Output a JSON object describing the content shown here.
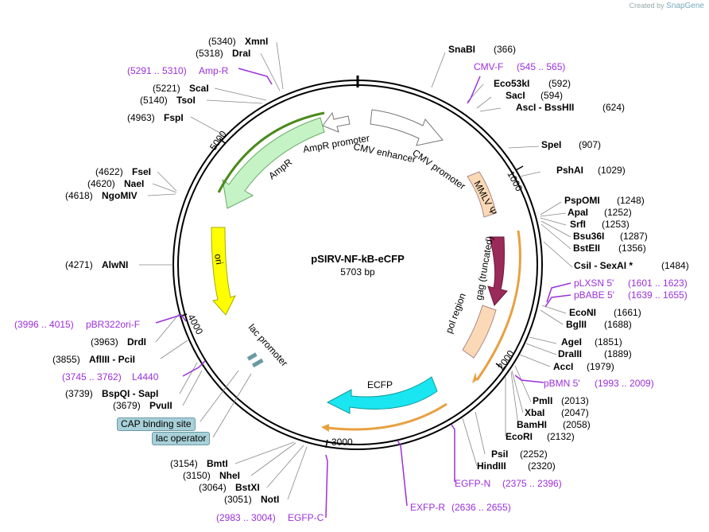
{
  "brand": {
    "created_by": "Created by",
    "name": "SnapGene"
  },
  "plasmid": {
    "name": "pSIRV-NF-kB-eCFP",
    "length_label": "5703 bp"
  },
  "tick_labels": [
    "1000",
    "2000",
    "3000",
    "4000",
    "5000"
  ],
  "features": {
    "cmv_enhancer": "CMV enhancer",
    "cmv_promoter": "CMV promoter",
    "mmlv_psi": "MMLV Ψ",
    "gag": "gag (truncated)",
    "pol": "pol region",
    "ecfp": "ECFP",
    "lac_promoter": "lac promoter",
    "ori": "ori",
    "ampr": "AmpR",
    "ampr_promoter": "AmpR promoter"
  },
  "boxed_labels": [
    "CAP binding site",
    "lac operator"
  ],
  "sites": [
    {
      "name": "SnaBI",
      "pos": "(366)",
      "side": "r"
    },
    {
      "name": "Eco53kI",
      "pos": "(592)",
      "side": "r"
    },
    {
      "name": "SacI",
      "pos": "(594)",
      "side": "r"
    },
    {
      "name": "AscI  -  BssHII",
      "pos": "(624)",
      "side": "r"
    },
    {
      "name": "SpeI",
      "pos": "(907)",
      "side": "r"
    },
    {
      "name": "PshAI",
      "pos": "(1029)",
      "side": "r"
    },
    {
      "name": "PspOMI",
      "pos": "(1248)",
      "side": "r"
    },
    {
      "name": "ApaI",
      "pos": "(1252)",
      "side": "r"
    },
    {
      "name": "SrfI",
      "pos": "(1253)",
      "side": "r"
    },
    {
      "name": "Bsu36I",
      "pos": "(1287)",
      "side": "r"
    },
    {
      "name": "BstEII",
      "pos": "(1356)",
      "side": "r"
    },
    {
      "name": "CsiI  -  SexAI *",
      "pos": "(1484)",
      "side": "r"
    },
    {
      "name": "EcoNI",
      "pos": "(1661)",
      "side": "r"
    },
    {
      "name": "BglII",
      "pos": "(1688)",
      "side": "r"
    },
    {
      "name": "AgeI",
      "pos": "(1851)",
      "side": "r"
    },
    {
      "name": "DraIII",
      "pos": "(1889)",
      "side": "r"
    },
    {
      "name": "AccI",
      "pos": "(1979)",
      "side": "r"
    },
    {
      "name": "PmlI",
      "pos": "(2013)",
      "side": "r"
    },
    {
      "name": "XbaI",
      "pos": "(2047)",
      "side": "r"
    },
    {
      "name": "BamHI",
      "pos": "(2058)",
      "side": "r"
    },
    {
      "name": "EcoRI",
      "pos": "(2132)",
      "side": "r"
    },
    {
      "name": "PsiI",
      "pos": "(2252)",
      "side": "r"
    },
    {
      "name": "HindIII",
      "pos": "(2320)",
      "side": "r"
    },
    {
      "name": "XmnI",
      "pos": "(5340)",
      "side": "l"
    },
    {
      "name": "DraI",
      "pos": "(5318)",
      "side": "l"
    },
    {
      "name": "ScaI",
      "pos": "(5221)",
      "side": "l"
    },
    {
      "name": "TsoI",
      "pos": "(5140)",
      "side": "l"
    },
    {
      "name": "FspI",
      "pos": "(4963)",
      "side": "l"
    },
    {
      "name": "FseI",
      "pos": "(4622)",
      "side": "l"
    },
    {
      "name": "NaeI",
      "pos": "(4620)",
      "side": "l"
    },
    {
      "name": "NgoMIV",
      "pos": "(4618)",
      "side": "l"
    },
    {
      "name": "AlwNI",
      "pos": "(4271)",
      "side": "l"
    },
    {
      "name": "DrdI",
      "pos": "(3963)",
      "side": "l"
    },
    {
      "name": "AflIII  -  PciI",
      "pos": "(3855)",
      "side": "l"
    },
    {
      "name": "BspQI  -  SapI",
      "pos": "(3739)",
      "side": "l"
    },
    {
      "name": "PvuII",
      "pos": "(3679)",
      "side": "l"
    },
    {
      "name": "BmtI",
      "pos": "(3154)",
      "side": "l"
    },
    {
      "name": "NheI",
      "pos": "(3150)",
      "side": "l"
    },
    {
      "name": "BstXI",
      "pos": "(3064)",
      "side": "l"
    },
    {
      "name": "NotI",
      "pos": "(3051)",
      "side": "l"
    }
  ],
  "primers": [
    {
      "name": "CMV-F",
      "range": "(545 .. 565)"
    },
    {
      "name": "pLXSN 5'",
      "range": "(1601 .. 1623)"
    },
    {
      "name": "pBABE 5'",
      "range": "(1639 .. 1655)"
    },
    {
      "name": "pBMN 5'",
      "range": "(1993 .. 2009)"
    },
    {
      "name": "EGFP-N",
      "range": "(2375 .. 2396)"
    },
    {
      "name": "EXFP-R",
      "range": "(2636 .. 2655)"
    },
    {
      "name": "EGFP-C",
      "range": "(2983 .. 3004)"
    },
    {
      "name": "Amp-R",
      "range": "(5291 .. 5310)"
    },
    {
      "name": "pBR322ori-F",
      "range": "(3996 .. 4015)"
    },
    {
      "name": "L4440",
      "range": "(3745 .. 3762)"
    }
  ]
}
